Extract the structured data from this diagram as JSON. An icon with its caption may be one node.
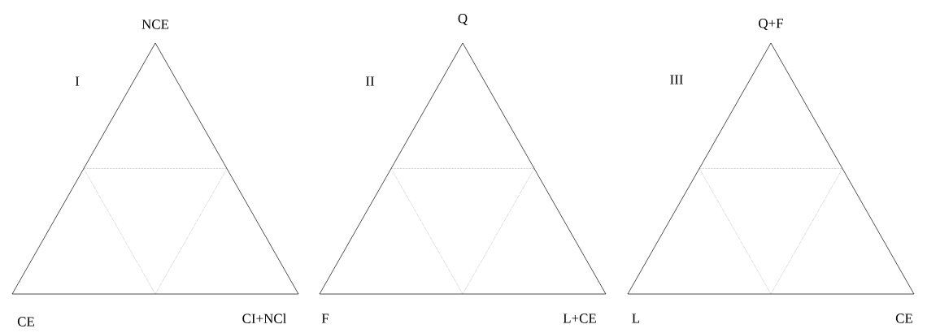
{
  "diagram": {
    "nodes": [
      {
        "text": [
          "I",
          "NCE",
          "CE",
          "CI+NCl"
        ]
      },
      {
        "text": [
          "II",
          "Q",
          "F",
          "L+CE"
        ]
      },
      {
        "text": [
          "III",
          "Q+F",
          "L",
          "CE"
        ]
      }
    ]
  }
}
